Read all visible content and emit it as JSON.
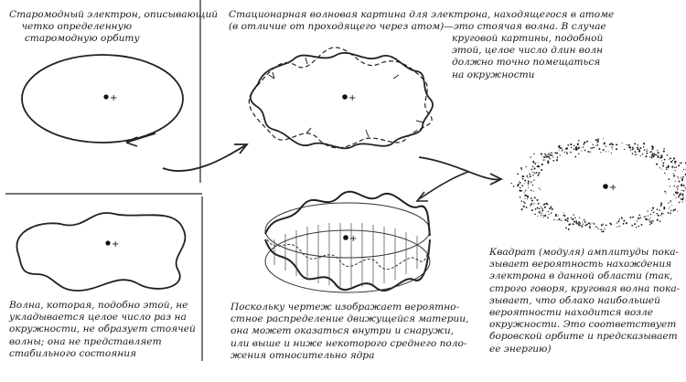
{
  "captions": {
    "top_left": "Старомодный электрон, описывающий\n    четко определенную\n     старомодную орбиту",
    "top_center": "Стационарная волновая картина для электрона, находящегося в атоме\n(в отличие от проходящего через атом)—это стоячая волна. В случае",
    "top_center_right": "круговой картины, подобной\nэтой, целое число длин волн\nдолжно точно помещаться\nна окружности",
    "bottom_left": "Волна, которая, подобно этой, не\nукладывается целое число раз на\nокружности, не образует стоячей\nволны; она не представляет\nстабильного состояния",
    "bottom_center": "Поскольку чертеж изображает вероятно-\nстное распределение движущейся материи,\nона может оказаться внутри и снаружи,\nили выше и ниже некоторого среднего поло-\nжения относительно ядра",
    "bottom_right": "Квадрат (модуля) амплитуды пока-\nзывает вероятность нахождения\nэлектрона в данной области (так,\nстрого говоря, круговая волна пока-\nзывает, что облако наибольшей\nвероятности находится возле\nокружности. Это соответствует\nборовской орбите и предсказывает\nее энергию)"
  },
  "nucleus_label": "+"
}
